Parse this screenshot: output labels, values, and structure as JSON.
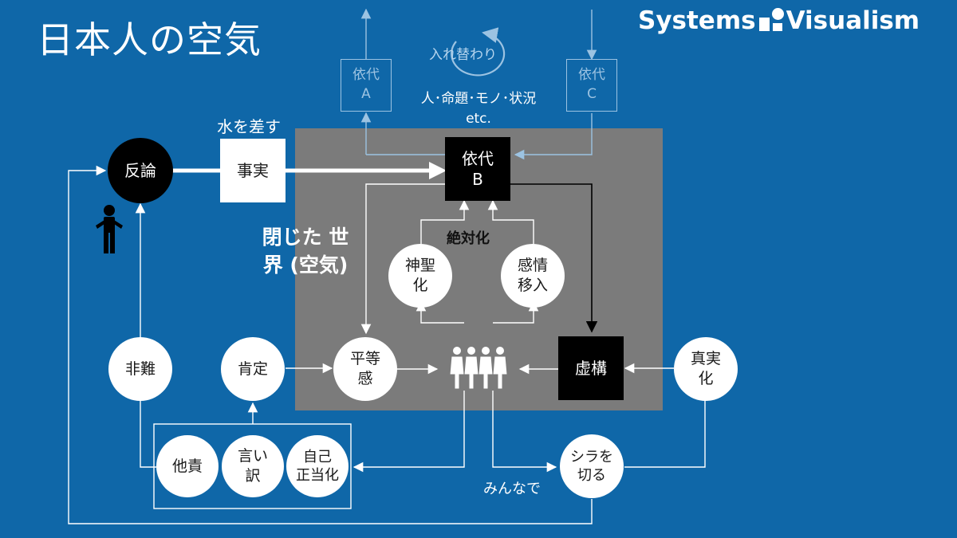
{
  "title": "日本人の空気",
  "brand": {
    "left": "Systems",
    "right": "Visualism"
  },
  "colors": {
    "background": "#0f67a8",
    "world_box": "#7b7b7b",
    "node": "#ffffff",
    "dark_node": "#000000",
    "ghost": "#9cc3e2"
  },
  "nodes": {
    "hanron": "反論",
    "jijitsu": "事実",
    "yorishiro_a": "依代\nA",
    "yorishiro_b": "依代\nB",
    "yorishiro_c": "依代\nC",
    "shinseika": "神聖\n化",
    "kanjo_inyu": "感情\n移入",
    "byodokan": "平等\n感",
    "kyoko": "虚構",
    "shinjitsuka": "真実\n化",
    "hinan": "非難",
    "kotei": "肯定",
    "taseki": "他責",
    "iiwake": "言い\n訳",
    "jiko_seitoka": "自己\n正当化",
    "shira_wo_kiru": "シラを\n切る"
  },
  "labels": {
    "mizu_wo_sasu": "水を差す",
    "irekawari": "入れ替わり",
    "examples": "人･命題･モノ･状況\netc.",
    "zettaika": "絶対化",
    "closed_world": "閉じた\n世界\n(空気)",
    "minna_de": "みんなで"
  },
  "icons": [
    "person-shrug-icon",
    "group-of-people-icon",
    "cycle-arrow-icon",
    "brand-logo-icon"
  ]
}
